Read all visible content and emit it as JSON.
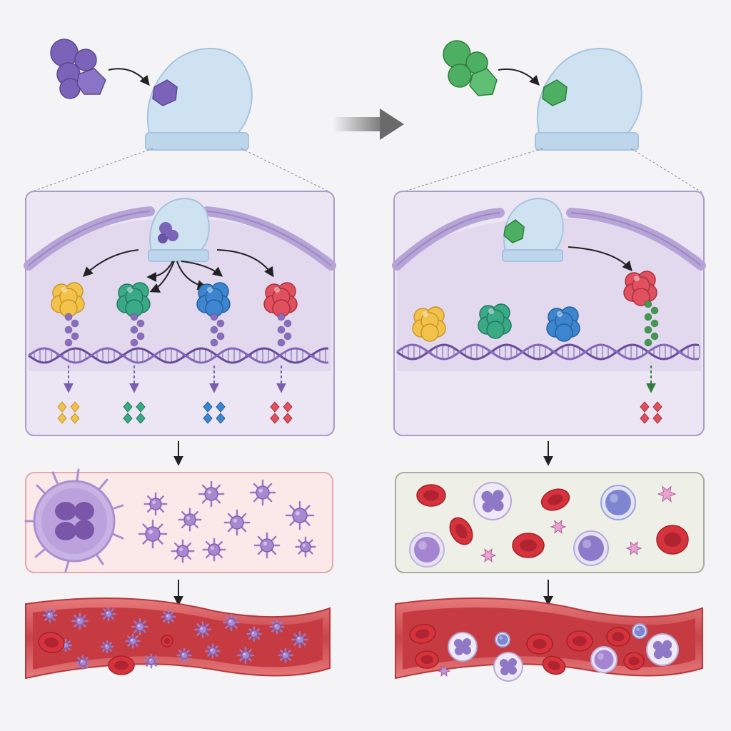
{
  "colors": {
    "background": "#f4f4f6",
    "receptor": "#cfe2f1",
    "receptor_edge": "#a6c3de",
    "ligand_purple": "#7a63b8",
    "ligand_green": "#4caf62",
    "tf_yellow": "#f3c24b",
    "tf_teal": "#3aa985",
    "tf_blue": "#3d86cf",
    "tf_red": "#e0505e",
    "cell_panel": "#ece6f4",
    "cell_panel_edge": "#a99cc9",
    "nucleus": "#e2d9ef",
    "dna": "#6a4b9a",
    "left_outcome_bg": "#fbe9ea",
    "left_outcome_edge": "#e3a8ae",
    "right_outcome_bg": "#eef0e8",
    "right_outcome_edge": "#a7ae9c",
    "platelet": "#a888cf",
    "rbc": "#d7333d",
    "vessel": "#d95a5f",
    "vessel_lumen": "#c63b42",
    "lymphocyte": "#7e86d1",
    "neutrophil": "#8f79c6",
    "arrow": "#555555"
  },
  "icons": {
    "pathway_transition": "gray-arrow-icon",
    "flow": "down-arrow-icon"
  },
  "pathways": [
    {
      "id": "left",
      "ligand": "purple-ligand",
      "activated_factors": [
        "yellow",
        "teal",
        "blue",
        "red"
      ],
      "products": [
        "yellow",
        "teal",
        "blue",
        "red"
      ],
      "outcome_cells": [
        "megakaryocyte",
        "platelets"
      ],
      "vessel_contents": [
        "platelets",
        "red-blood-cells"
      ]
    },
    {
      "id": "right",
      "ligand": "green-ligand",
      "activated_factors": [
        "red"
      ],
      "products": [
        "red"
      ],
      "outcome_cells": [
        "red-blood-cells",
        "neutrophils",
        "lymphocytes",
        "platelets"
      ],
      "vessel_contents": [
        "red-blood-cells",
        "neutrophils",
        "lymphocytes",
        "platelets"
      ]
    }
  ]
}
